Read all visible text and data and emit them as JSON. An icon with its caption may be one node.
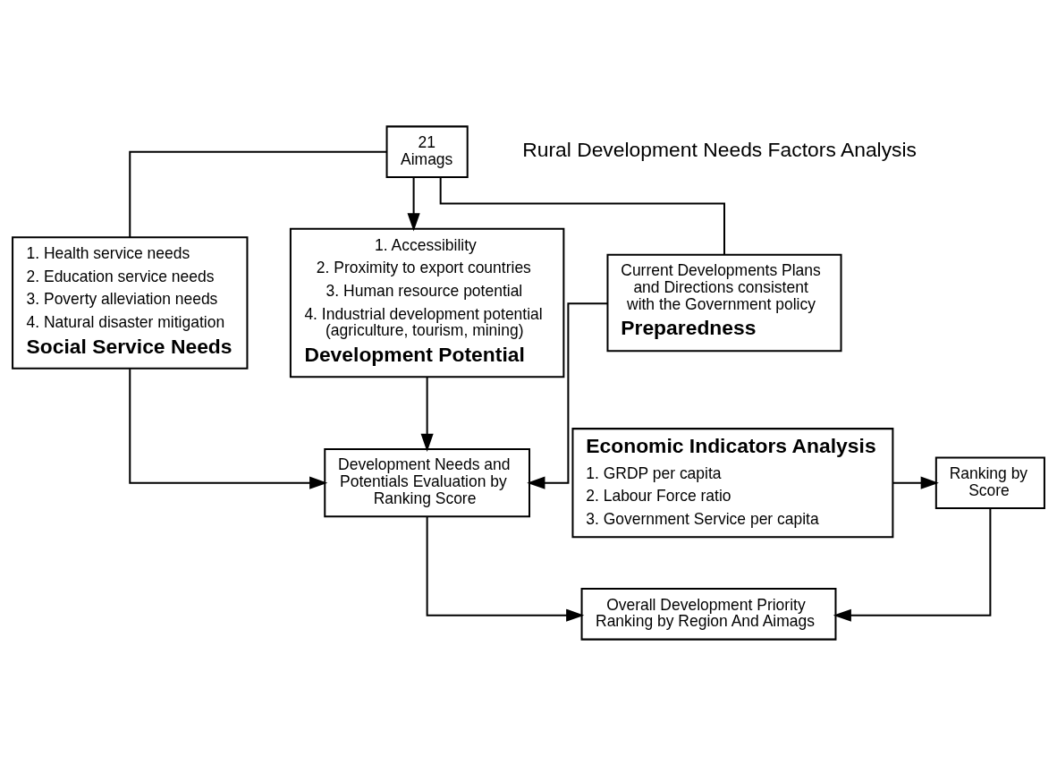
{
  "diagram": {
    "nodes": [
      {
        "text": [
          "21 Aimags"
        ]
      },
      {
        "text": [
          "1. Health service needs",
          "2. Education service needs",
          "3. Poverty alleviation needs",
          "4. Natural disaster mitigation",
          "Social Service Needs"
        ]
      },
      {
        "text": [
          "1. Accessibility",
          "2. Proximity to export countries",
          "3. Human resource potential",
          "4. Industrial development potential (agriculture, tourism, mining)",
          "Development Potential"
        ]
      },
      {
        "text": [
          "Current Developments Plans and Directions consistent with the Government policy",
          "Preparedness"
        ]
      },
      {
        "text": [
          "Development Needs and Potentials Evaluation by Ranking Score"
        ]
      },
      {
        "text": [
          "Economic Indicators Analysis",
          "1. GRDP per capita",
          "2. Labour Force ratio",
          "3. Government Service per capita"
        ]
      },
      {
        "text": [
          "Ranking by Score"
        ]
      },
      {
        "text": [
          "Overall Development Priority Ranking by Region And Aimags"
        ]
      }
    ],
    "edges": [
      {
        "from": 0,
        "to": 1,
        "arrow": "none"
      },
      {
        "from": 0,
        "to": 2,
        "arrow": "to"
      },
      {
        "from": 0,
        "to": 3,
        "arrow": "none"
      },
      {
        "from": 1,
        "to": 4,
        "arrow": "to"
      },
      {
        "from": 2,
        "to": 4,
        "arrow": "to"
      },
      {
        "from": 3,
        "to": 4,
        "arrow": "to"
      },
      {
        "from": 4,
        "to": 7,
        "arrow": "to"
      },
      {
        "from": 5,
        "to": 6,
        "arrow": "to"
      },
      {
        "from": 6,
        "to": 7,
        "arrow": "to"
      }
    ],
    "labels": [
      "Rural Development Needs Factors Analysis"
    ]
  }
}
